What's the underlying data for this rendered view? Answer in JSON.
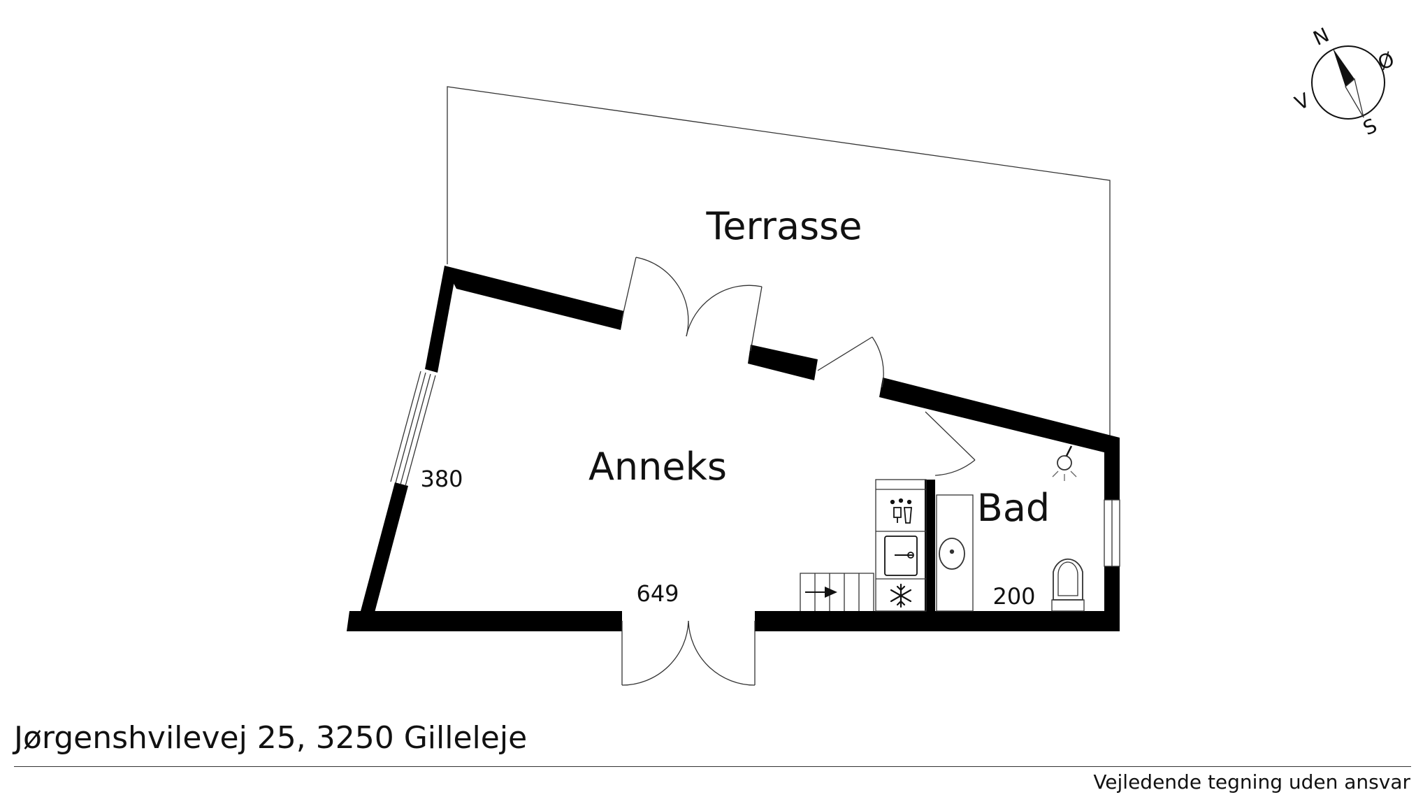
{
  "rooms": {
    "terrasse": "Terrasse",
    "anneks": "Anneks",
    "bad": "Bad"
  },
  "dimensions": {
    "anneks_height": "380",
    "anneks_width": "649",
    "bad_width": "200"
  },
  "compass": {
    "north": "N",
    "east": "Ø",
    "south": "S",
    "west": "V"
  },
  "footer": {
    "address": "Jørgenshvilevej 25, 3250 Gilleleje",
    "disclaimer": "Vejledende tegning uden ansvar"
  },
  "colors": {
    "wall": "#000000",
    "line": "#333333",
    "background": "#ffffff"
  },
  "icons": {
    "compass": "compass-icon",
    "stairs": "stairs-icon",
    "dishwasher": "dishwasher-icon",
    "kitchen_sink": "kitchen-sink-icon",
    "freezer": "freezer-icon",
    "bathroom_sink": "bathroom-sink-icon",
    "toilet": "toilet-icon",
    "ceiling_light": "ceiling-light-icon"
  }
}
